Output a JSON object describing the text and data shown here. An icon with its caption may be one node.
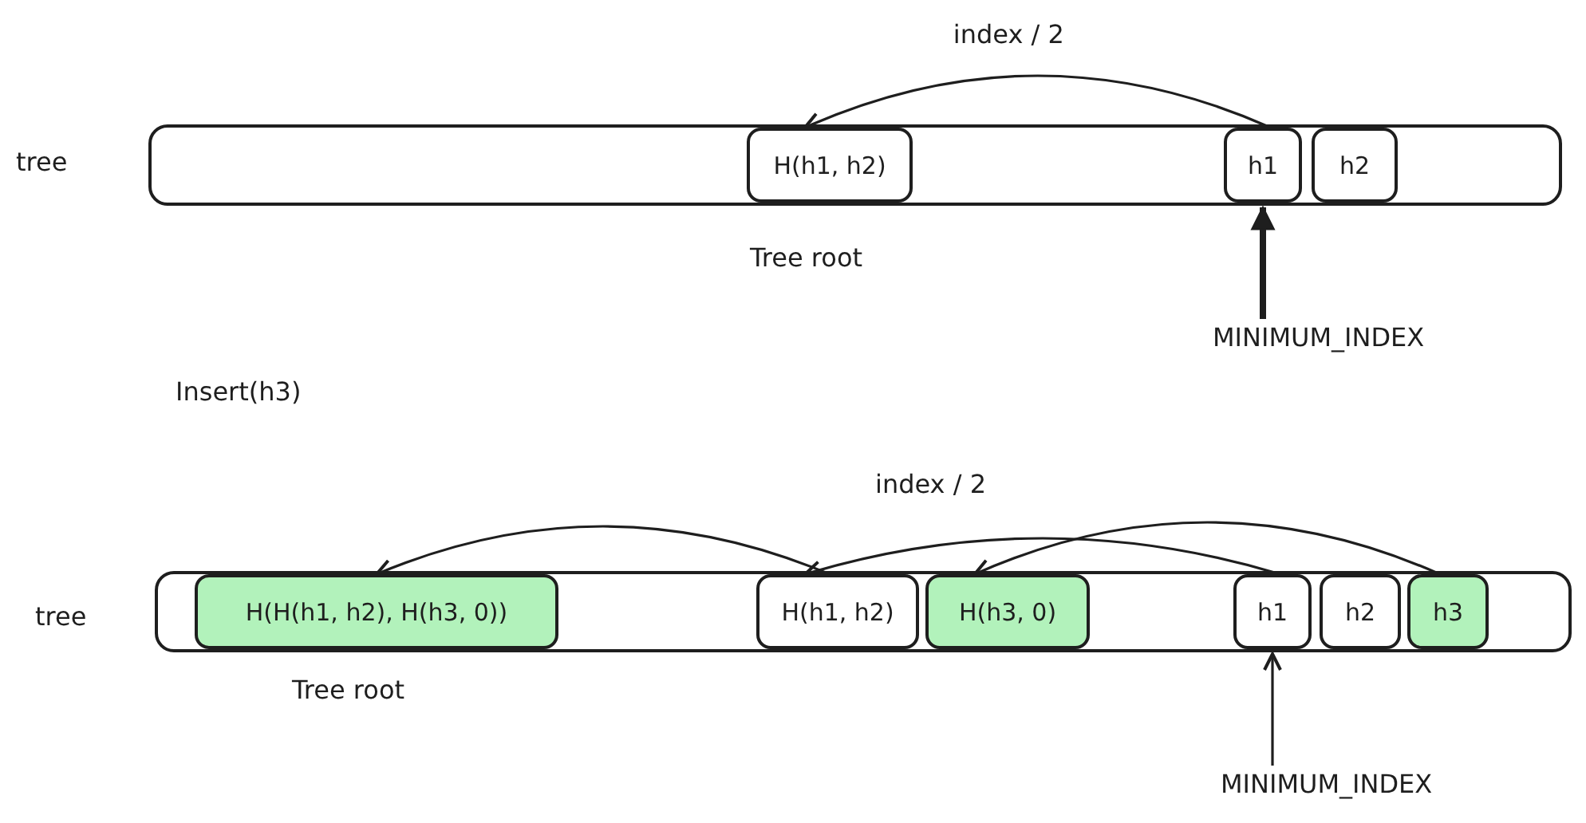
{
  "diagram": {
    "nodes": [
      {
        "text": [],
        "shape": "bar",
        "beside": [
          "tree"
        ]
      },
      {
        "text": [
          "H(h1, h2)"
        ],
        "in": 0,
        "beside": [
          "Tree root"
        ]
      },
      {
        "text": [
          "h1"
        ],
        "in": 0
      },
      {
        "text": [
          "h2"
        ],
        "in": 0
      },
      {
        "text": [
          "MINIMUM_INDEX"
        ]
      },
      {
        "text": [],
        "shape": "bar",
        "beside": [
          "tree"
        ]
      },
      {
        "text": [
          "H(H(h1, h2), H(h3, 0))"
        ],
        "in": 5,
        "beside": [
          "Tree root"
        ]
      },
      {
        "text": [
          "H(h1, h2)"
        ],
        "in": 5
      },
      {
        "text": [
          "H(h3, 0)"
        ],
        "in": 5
      },
      {
        "text": [
          "h1"
        ],
        "in": 5
      },
      {
        "text": [
          "h2"
        ],
        "in": 5
      },
      {
        "text": [
          "h3"
        ],
        "in": 5
      },
      {
        "text": [
          "MINIMUM_INDEX"
        ]
      }
    ],
    "edges": [
      {
        "from": 2,
        "to": 1,
        "arrow": "to",
        "label": "index / 2"
      },
      {
        "from": 4,
        "to": 2,
        "arrow": "to",
        "style": "thick"
      },
      {
        "from": 7,
        "to": 6,
        "arrow": "to"
      },
      {
        "from": 9,
        "to": 7,
        "arrow": "to",
        "label": "index / 2"
      },
      {
        "from": 11,
        "to": 8,
        "arrow": "to"
      },
      {
        "from": 12,
        "to": 9,
        "arrow": "to"
      }
    ],
    "labels": [
      "Insert(h3)"
    ]
  }
}
